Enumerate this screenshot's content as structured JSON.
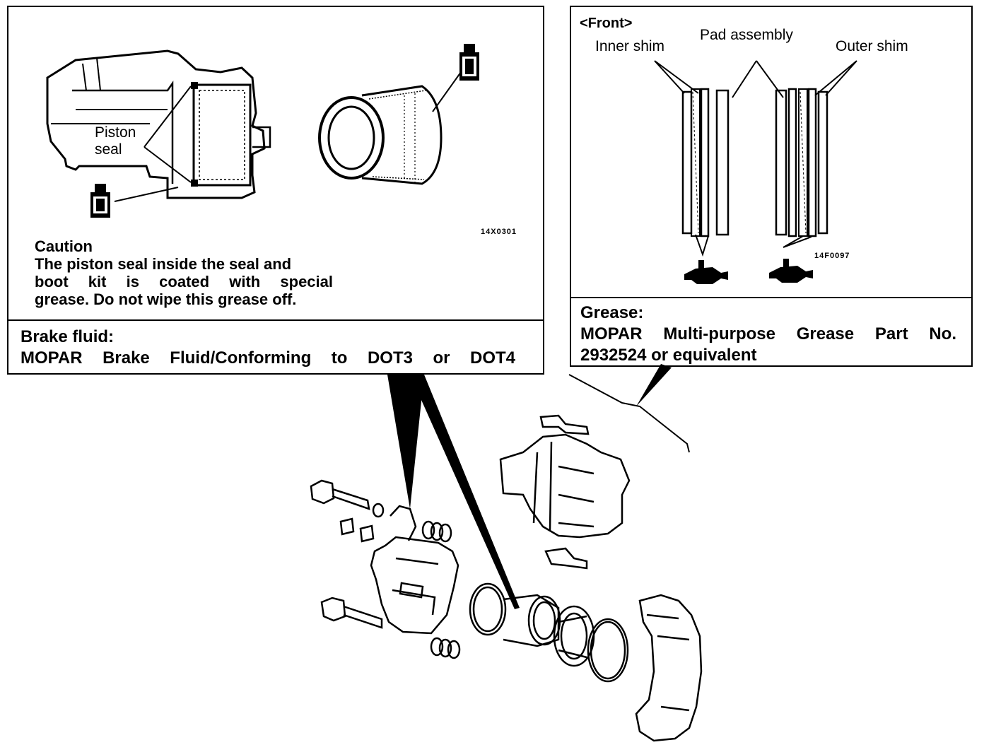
{
  "left_panel": {
    "piston_seal_label": [
      "Piston",
      "seal"
    ],
    "figure_code": "14X0301",
    "caution": {
      "title": "Caution",
      "lines": [
        "The piston seal inside the seal and",
        "boot kit is coated with special",
        "grease. Do not wipe this grease off."
      ]
    },
    "spec": {
      "title": "Brake fluid:",
      "value": "MOPAR Brake Fluid/Conforming to DOT3 or DOT4"
    }
  },
  "right_panel": {
    "heading": "<Front>",
    "labels": {
      "inner_shim": "Inner shim",
      "pad_assembly": "Pad assembly",
      "outer_shim": "Outer shim"
    },
    "figure_code": "14F0097",
    "spec": {
      "title": "Grease:",
      "line1": "MOPAR Multi-purpose Grease Part No.",
      "line2": "2932524 or equivalent"
    }
  }
}
